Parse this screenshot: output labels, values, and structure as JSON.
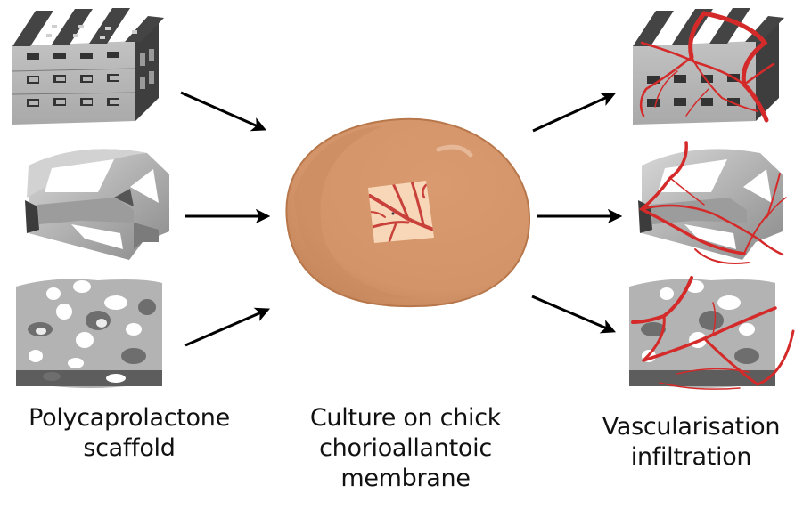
{
  "figure": {
    "columns": [
      {
        "id": "input",
        "label_lines": [
          "Polycaprolactone",
          "scaffold"
        ],
        "items": [
          "grid-lattice-scaffold",
          "strut-lattice-scaffold",
          "porous-trabecular-scaffold"
        ]
      },
      {
        "id": "culture",
        "label_lines": [
          "Culture on chick",
          "chorioallantoic",
          "membrane"
        ],
        "items": [
          "egg-with-cam-window"
        ]
      },
      {
        "id": "output",
        "label_lines": [
          "Vascularisation",
          "infiltration"
        ],
        "items": [
          "vascularised-grid-scaffold",
          "vascularised-strut-scaffold",
          "vascularised-porous-scaffold"
        ]
      }
    ],
    "colors": {
      "egg_fill": "#d4956a",
      "egg_shadow": "#c68457",
      "egg_outline": "#b8774a",
      "egg_highlight": "#e3b18e",
      "window_fill": "#f8d7b8",
      "vessel_red": "#d42a2a",
      "cam_vessel": "#c8413a",
      "scaffold_light": "#b8b8b8",
      "scaffold_mid": "#8f8f8f",
      "scaffold_dark": "#4a4a4a",
      "arrow": "#000000",
      "text": "#111111"
    }
  }
}
